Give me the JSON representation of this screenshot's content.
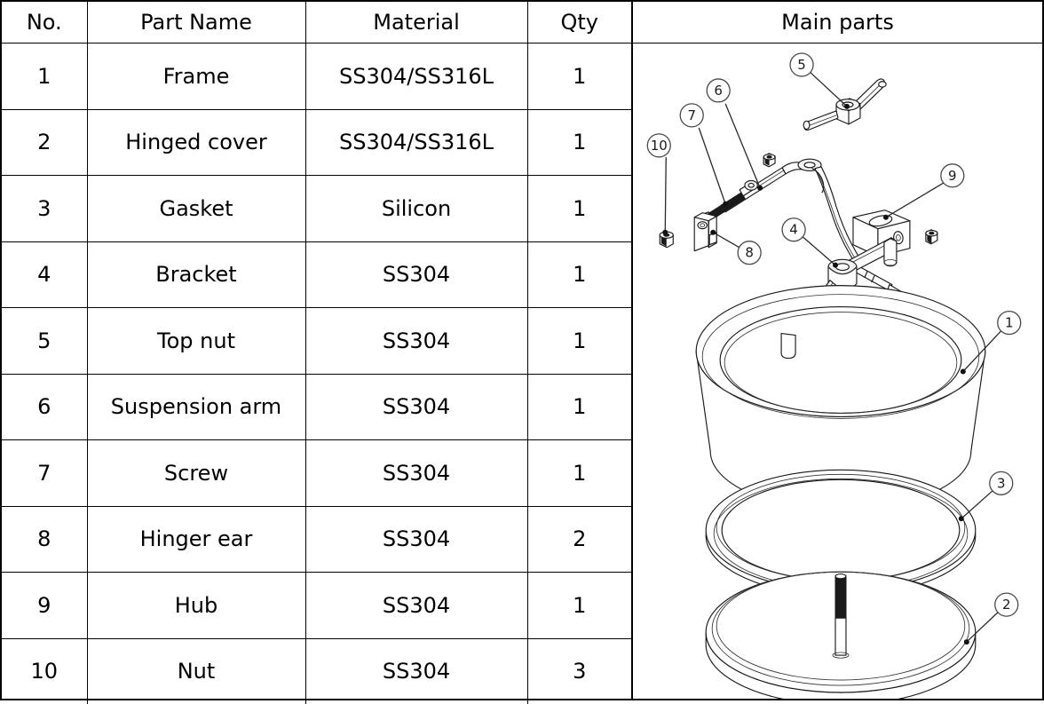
{
  "table": {
    "headers": [
      "No.",
      "Part Name",
      "Material",
      "Qty"
    ],
    "rows": [
      {
        "no": "1",
        "name": "Frame",
        "material": "SS304/SS316L",
        "qty": "1"
      },
      {
        "no": "2",
        "name": "Hinged cover",
        "material": "SS304/SS316L",
        "qty": "1"
      },
      {
        "no": "3",
        "name": "Gasket",
        "material": "Silicon",
        "qty": "1"
      },
      {
        "no": "4",
        "name": "Bracket",
        "material": "SS304",
        "qty": "1"
      },
      {
        "no": "5",
        "name": "Top nut",
        "material": "SS304",
        "qty": "1"
      },
      {
        "no": "6",
        "name": "Suspension arm",
        "material": "SS304",
        "qty": "1"
      },
      {
        "no": "7",
        "name": "Screw",
        "material": "SS304",
        "qty": "1"
      },
      {
        "no": "8",
        "name": "Hinger ear",
        "material": "SS304",
        "qty": "2"
      },
      {
        "no": "9",
        "name": "Hub",
        "material": "SS304",
        "qty": "1"
      },
      {
        "no": "10",
        "name": "Nut",
        "material": "SS304",
        "qty": "3"
      }
    ]
  },
  "diagram": {
    "title": "Main parts",
    "callouts": [
      {
        "id": "1",
        "label": "1",
        "part": "Frame"
      },
      {
        "id": "2",
        "label": "2",
        "part": "Hinged cover"
      },
      {
        "id": "3",
        "label": "3",
        "part": "Gasket"
      },
      {
        "id": "4",
        "label": "4",
        "part": "Bracket"
      },
      {
        "id": "5",
        "label": "5",
        "part": "Top nut"
      },
      {
        "id": "6",
        "label": "6",
        "part": "Suspension arm"
      },
      {
        "id": "7",
        "label": "7",
        "part": "Screw"
      },
      {
        "id": "8",
        "label": "8",
        "part": "Hinger ear"
      },
      {
        "id": "9",
        "label": "9",
        "part": "Hub"
      },
      {
        "id": "10",
        "label": "10",
        "part": "Nut"
      }
    ]
  },
  "colors": {
    "line": "#1a1a1a",
    "background": "#ffffff",
    "border": "#000000"
  }
}
